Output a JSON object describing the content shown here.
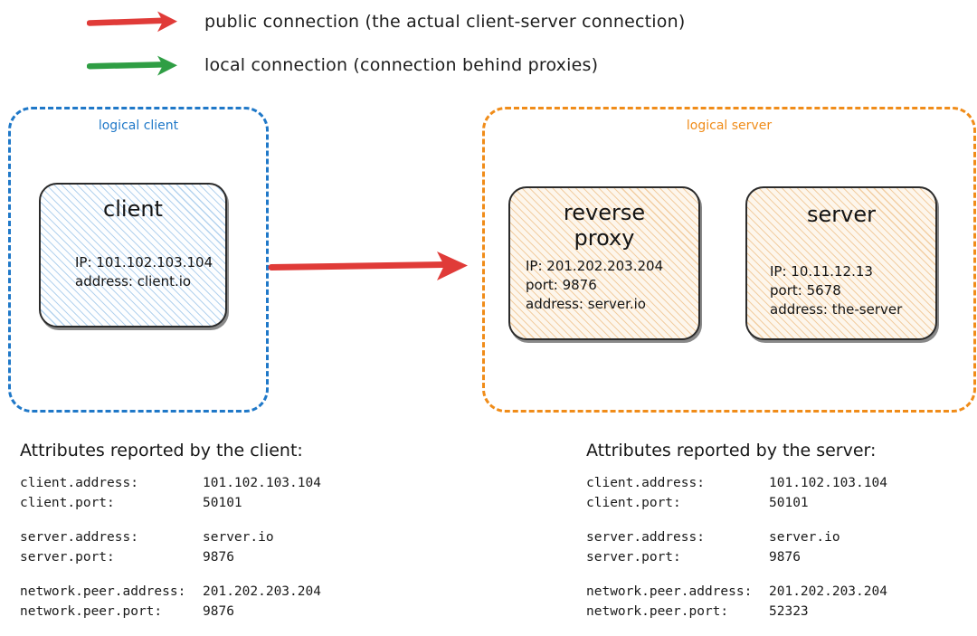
{
  "legend": {
    "items": [
      {
        "icon": "red-arrow-icon",
        "color": "#e03b38",
        "label": "public connection (the actual client-server connection)"
      },
      {
        "icon": "green-arrow-icon",
        "color": "#2f9e44",
        "label": "local connection (connection behind proxies)"
      }
    ]
  },
  "diagram": {
    "logical_client": {
      "label": "logical client",
      "color": "#1f78c8",
      "node": {
        "title": "client",
        "details": [
          "IP: 101.102.103.104",
          "address: client.io"
        ]
      }
    },
    "logical_server": {
      "label": "logical server",
      "color": "#f08c19",
      "nodes": [
        {
          "title": "reverse\nproxy",
          "details": [
            "IP: 201.202.203.204",
            "port: 9876",
            "address: server.io"
          ]
        },
        {
          "title": "server",
          "details": [
            "IP: 10.11.12.13",
            "port: 5678",
            "address: the-server"
          ]
        }
      ]
    },
    "connection_arrow": {
      "icon": "red-arrow-icon",
      "color": "#e03b38"
    }
  },
  "attributes": {
    "client_panel": {
      "heading": "Attributes reported by the client:",
      "groups": [
        [
          {
            "key": "client.address:",
            "value": "101.102.103.104"
          },
          {
            "key": "client.port:",
            "value": "50101"
          }
        ],
        [
          {
            "key": "server.address:",
            "value": "server.io"
          },
          {
            "key": "server.port:",
            "value": "9876"
          }
        ],
        [
          {
            "key": "network.peer.address:",
            "value": "201.202.203.204"
          },
          {
            "key": "network.peer.port:",
            "value": "9876"
          }
        ]
      ]
    },
    "server_panel": {
      "heading": "Attributes reported by the server:",
      "groups": [
        [
          {
            "key": "client.address:",
            "value": "101.102.103.104"
          },
          {
            "key": "client.port:",
            "value": "50101"
          }
        ],
        [
          {
            "key": "server.address:",
            "value": "server.io"
          },
          {
            "key": "server.port:",
            "value": "9876"
          }
        ],
        [
          {
            "key": "network.peer.address:",
            "value": "201.202.203.204"
          },
          {
            "key": "network.peer.port:",
            "value": "52323"
          }
        ]
      ]
    }
  }
}
